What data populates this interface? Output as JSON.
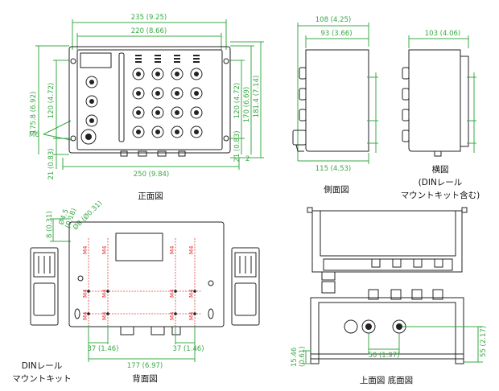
{
  "front": {
    "caption": "正面図",
    "dims": {
      "w235": "235 (9.25)",
      "w220": "220 (8.66)",
      "h175": "175.8 (6.92)",
      "h120l": "120 (4.72)",
      "m6": "M6",
      "h21": "21 (0.83)",
      "w250": "250 (9.84)",
      "h120r": "120 (4.72)",
      "h170": "170 (6.69)",
      "h181": "181.4 (7.14)",
      "h21r": "21 (0.83)",
      "h2": "2"
    }
  },
  "side": {
    "caption": "側面図",
    "dims": {
      "w108": "108 (4.25)",
      "w93": "93 (3.66)",
      "w115": "115 (4.53)"
    }
  },
  "lateral": {
    "caption_line1": "横図",
    "caption_line2": "(DINレール",
    "caption_line3": "マウントキット含む)",
    "dims": {
      "w103": "103 (4.06)"
    }
  },
  "back": {
    "caption": "背面図",
    "dims": {
      "h8": "8 (0.31)",
      "d45": "Ø4.5",
      "d18": "(0.18)",
      "d8": "Ø8 (Ø0.31)",
      "m4": "M4",
      "w37l": "37 (1.46)",
      "w177": "177 (6.97)",
      "w37r": "37 (1.46)"
    }
  },
  "din": {
    "caption_line1": "DINレール",
    "caption_line2": "マウントキット"
  },
  "topbottom": {
    "caption": "上面図 底面図",
    "dims": {
      "h15": "15.46",
      "h15b": "(0.61)",
      "w50": "50 (1.97)",
      "h55": "55 (2.17)"
    }
  }
}
